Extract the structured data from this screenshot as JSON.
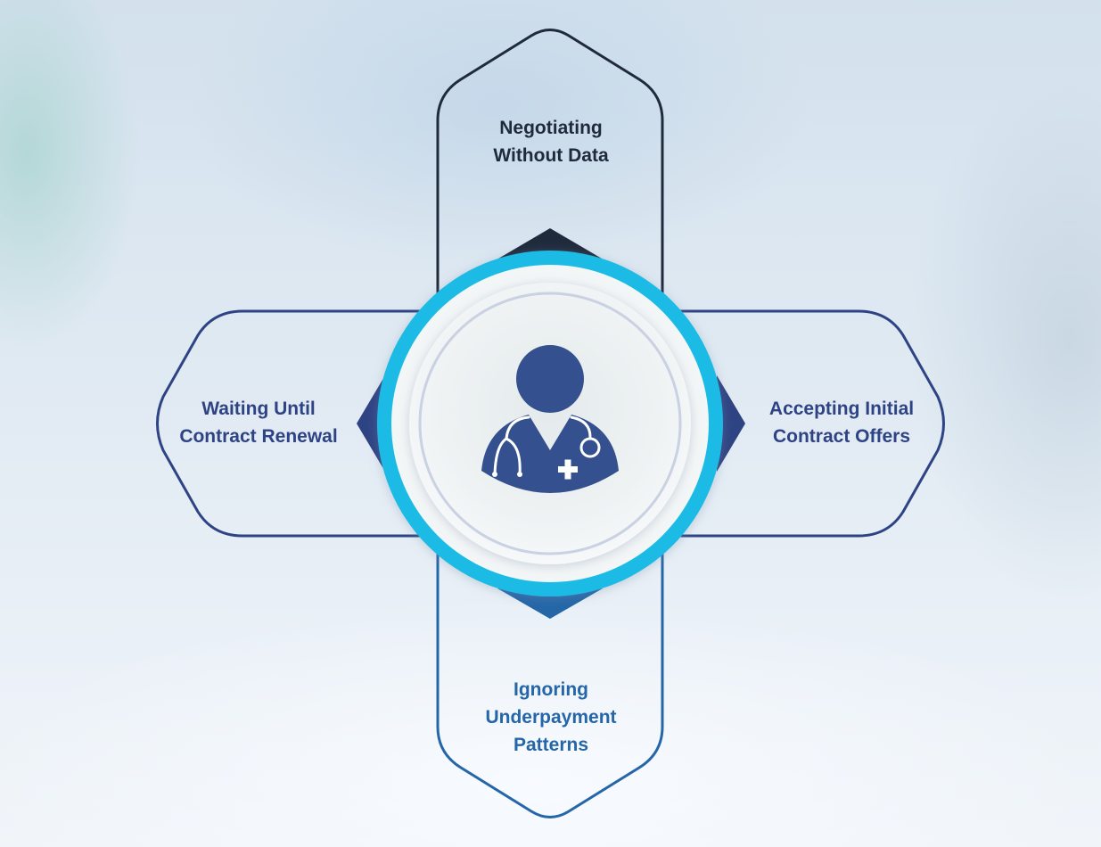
{
  "items": [
    {
      "id": "top",
      "lines": [
        "Negotiating",
        "Without Data"
      ]
    },
    {
      "id": "left",
      "lines": [
        "Waiting Until",
        "Contract Renewal"
      ]
    },
    {
      "id": "right",
      "lines": [
        "Accepting Initial",
        "Contract Offers"
      ]
    },
    {
      "id": "bottom",
      "lines": [
        "Ignoring",
        "Underpayment",
        "Patterns"
      ]
    }
  ],
  "center": {
    "icon": "doctor-icon"
  },
  "colors": {
    "top": "#1f2a3c",
    "left": "#2e4383",
    "right": "#2e4383",
    "bottom": "#2466a8",
    "ring": "#1fbbe5",
    "icon": "#34508e"
  }
}
